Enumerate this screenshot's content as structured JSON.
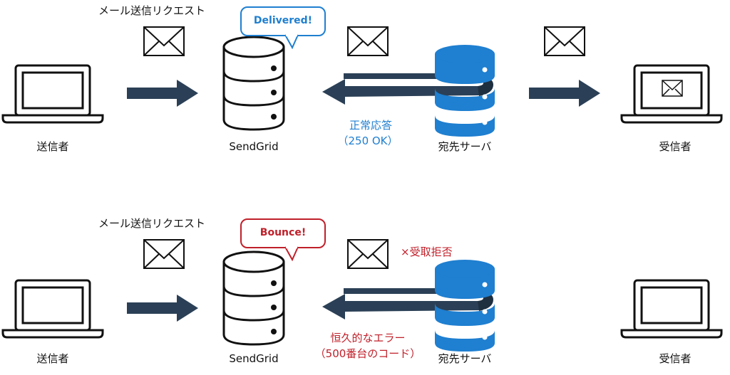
{
  "colors": {
    "arrow": "#2b4056",
    "server_blue": "#1f7fd0",
    "bubble_blue": "#1f7fd0",
    "bubble_red": "#c0202a"
  },
  "top_row": {
    "request_label": "メール送信リクエスト",
    "bubble_label": "Delivered!",
    "sender_label": "送信者",
    "sendgrid_label": "SendGrid",
    "response_label_line1": "正常応答",
    "response_label_line2": "（250 OK）",
    "dest_server_label": "宛先サーバ",
    "recipient_label": "受信者"
  },
  "bottom_row": {
    "request_label": "メール送信リクエスト",
    "bubble_label": "Bounce!",
    "rejection_label": "×受取拒否",
    "sender_label": "送信者",
    "sendgrid_label": "SendGrid",
    "response_label_line1": "恒久的なエラー",
    "response_label_line2": "（500番台のコード）",
    "dest_server_label": "宛先サーバ",
    "recipient_label": "受信者"
  }
}
